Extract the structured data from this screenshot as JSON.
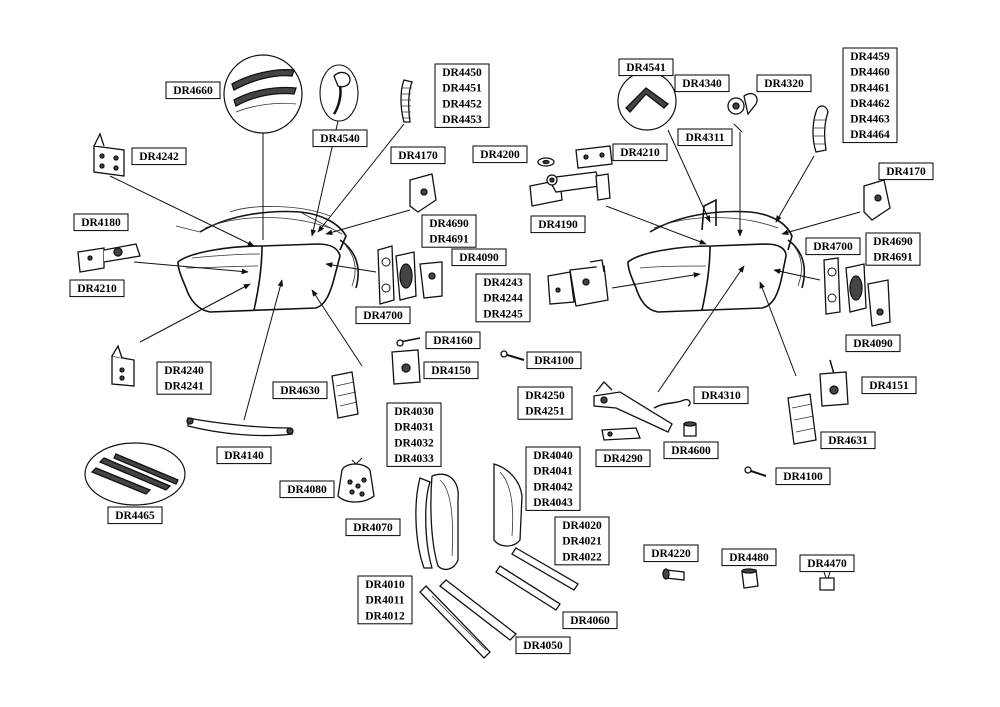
{
  "labels": {
    "l1": [
      "DR4660"
    ],
    "l2": [
      "DR4540"
    ],
    "l3": [
      "DR4450",
      "DR4451",
      "DR4452",
      "DR4453"
    ],
    "l4": [
      "DR4242"
    ],
    "l5": [
      "DR4170"
    ],
    "l6": [
      "DR4690",
      "DR4691"
    ],
    "l7": [
      "DR4180"
    ],
    "l8": [
      "DR4210"
    ],
    "l9": [
      "DR4090"
    ],
    "l10": [
      "DR4700"
    ],
    "l11": [
      "DR4160"
    ],
    "l12": [
      "DR4150"
    ],
    "l13": [
      "DR4240",
      "DR4241"
    ],
    "l14": [
      "DR4630"
    ],
    "l15": [
      "DR4140"
    ],
    "l16": [
      "DR4030",
      "DR4031",
      "DR4032",
      "DR4033"
    ],
    "l17": [
      "DR4080"
    ],
    "l18": [
      "DR4465"
    ],
    "l19": [
      "DR4070"
    ],
    "l20": [
      "DR4040",
      "DR4041",
      "DR4042",
      "DR4043"
    ],
    "l21": [
      "DR4020",
      "DR4021",
      "DR4022"
    ],
    "l22": [
      "DR4010",
      "DR4011",
      "DR4012"
    ],
    "l23": [
      "DR4060"
    ],
    "l24": [
      "DR4050"
    ],
    "r1": [
      "DR4541"
    ],
    "r2": [
      "DR4340"
    ],
    "r3": [
      "DR4320"
    ],
    "r4": [
      "DR4459",
      "DR4460",
      "DR4461",
      "DR4462",
      "DR4463",
      "DR4464"
    ],
    "r5": [
      "DR4311"
    ],
    "r6": [
      "DR4200"
    ],
    "r7": [
      "DR4210"
    ],
    "r8": [
      "DR4170"
    ],
    "r9": [
      "DR4190"
    ],
    "r10": [
      "DR4700"
    ],
    "r11": [
      "DR4690",
      "DR4691"
    ],
    "r12": [
      "DR4243",
      "DR4244",
      "DR4245"
    ],
    "r13": [
      "DR4090"
    ],
    "r14": [
      "DR4100"
    ],
    "r15": [
      "DR4151"
    ],
    "r16": [
      "DR4250",
      "DR4251"
    ],
    "r17": [
      "DR4310"
    ],
    "r18": [
      "DR4631"
    ],
    "r19": [
      "DR4600"
    ],
    "r20": [
      "DR4290"
    ],
    "r21": [
      "DR4100"
    ],
    "r22": [
      "DR4220"
    ],
    "r23": [
      "DR4480"
    ],
    "r24": [
      "DR4470"
    ]
  }
}
